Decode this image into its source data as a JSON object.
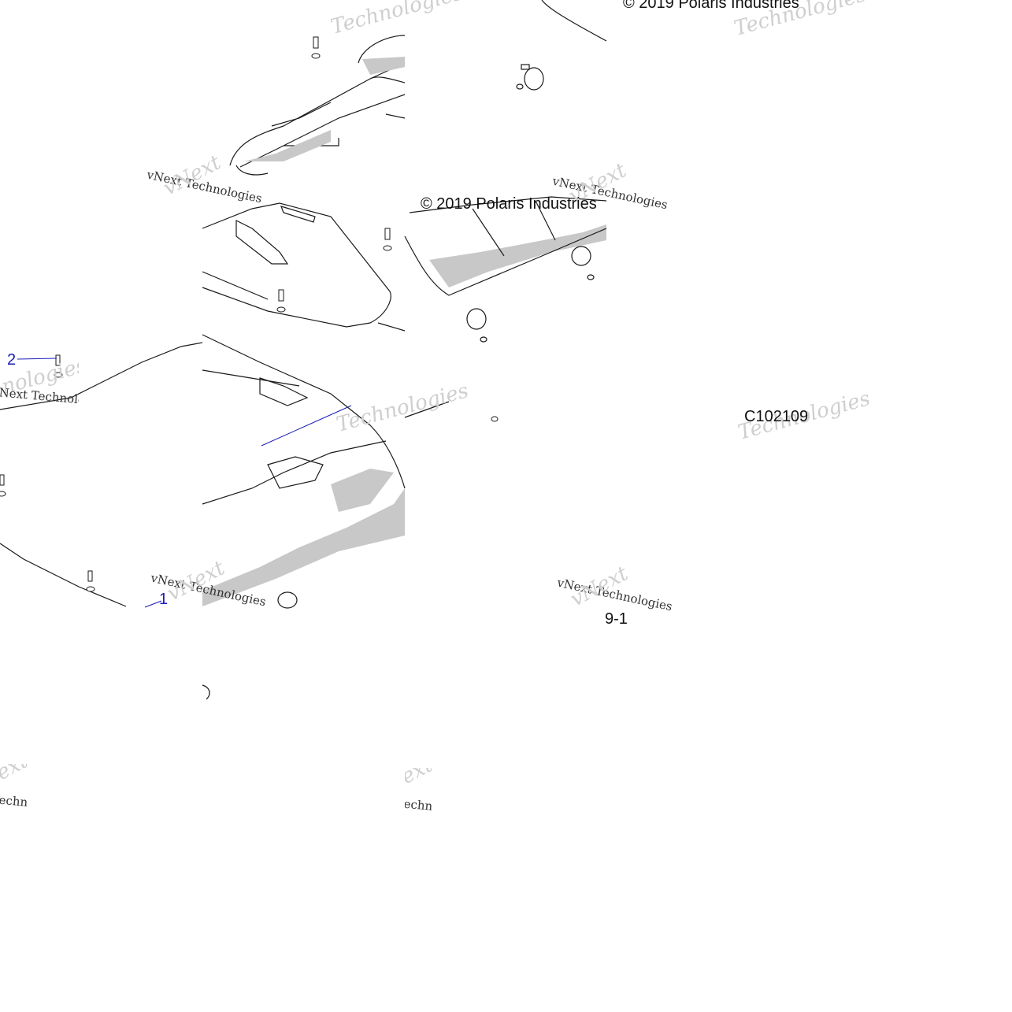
{
  "copyright": "© 2019 Polaris Industries",
  "drawing_code": "C102109",
  "page_number": "9-1",
  "callouts": [
    "1",
    "2"
  ],
  "watermark": {
    "brand": "vNext Technologies",
    "large_a": "vNext",
    "large_b": "Technologies"
  },
  "colors": {
    "line": "#1a1a1a",
    "shade": "#c8c8c8",
    "callout": "#1a1ab8",
    "watermark": "#cfcfcf"
  }
}
